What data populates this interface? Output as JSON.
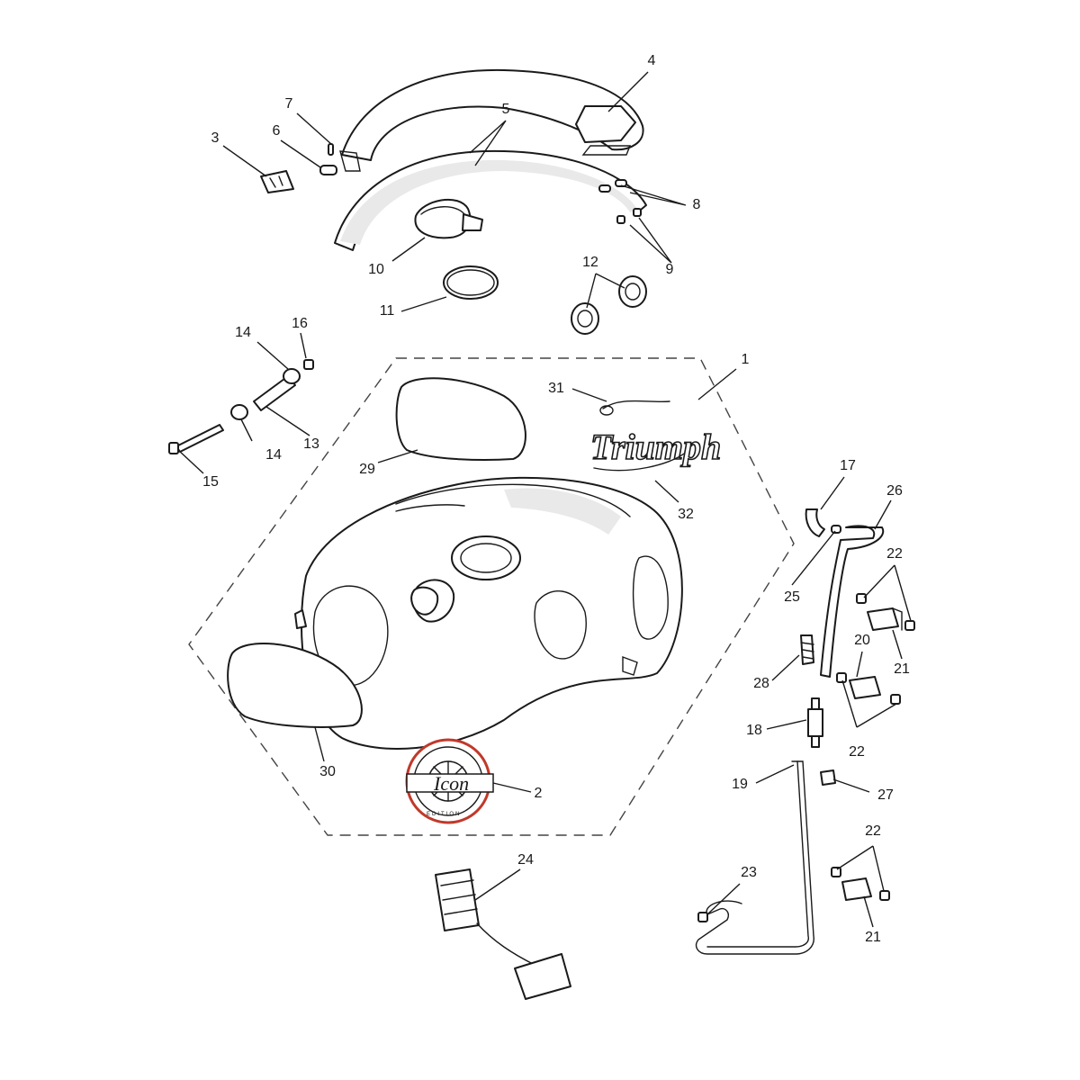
{
  "diagram": {
    "callouts": {
      "c1": "1",
      "c2": "2",
      "c3": "3",
      "c4": "4",
      "c5": "5",
      "c6": "6",
      "c7": "7",
      "c8": "8",
      "c9": "9",
      "c10": "10",
      "c11": "11",
      "c12": "12",
      "c13": "13",
      "c14a": "14",
      "c14b": "14",
      "c15": "15",
      "c16": "16",
      "c17": "17",
      "c18": "18",
      "c19": "19",
      "c20": "20",
      "c21a": "21",
      "c21b": "21",
      "c22a": "22",
      "c22b": "22",
      "c22c": "22",
      "c23": "23",
      "c24": "24",
      "c25": "25",
      "c26": "26",
      "c27": "27",
      "c28": "28",
      "c29": "29",
      "c30": "30",
      "c31": "31",
      "c32": "32"
    },
    "tank_logo": {
      "brand": "Triumph"
    },
    "badge": {
      "script": "Icon",
      "lower_ring": "EDITION"
    },
    "colors": {
      "line": "#1a1a1a",
      "badge_ring": "#c0392b",
      "boundary": "#444444"
    }
  }
}
